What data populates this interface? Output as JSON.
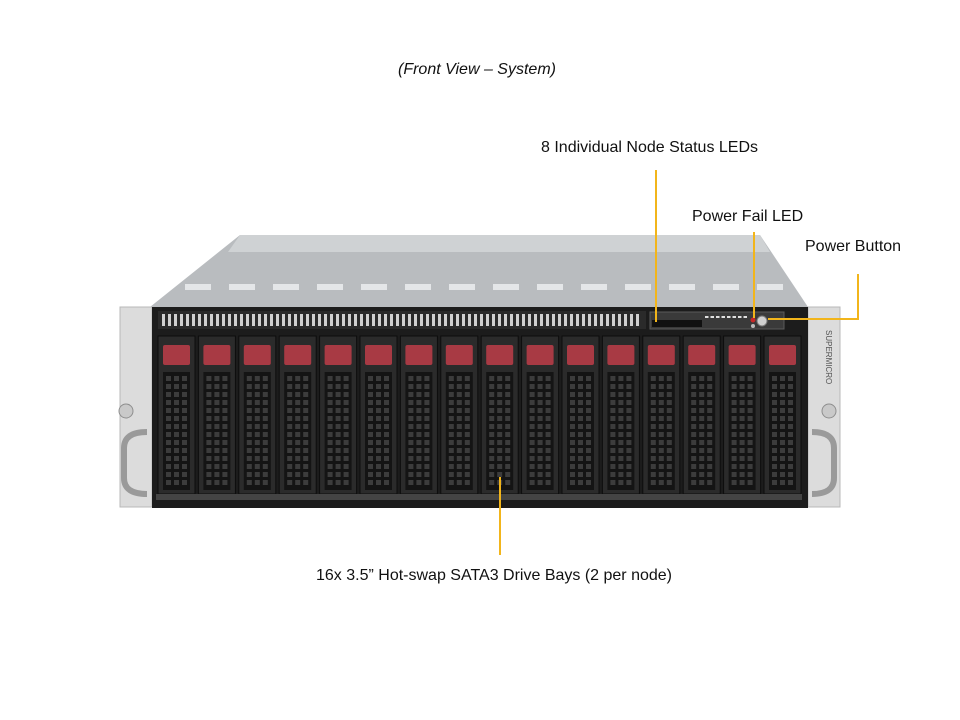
{
  "caption": "(Front View – System)",
  "callouts": {
    "node_leds": "8 Individual  Node Status  LEDs",
    "power_fail": "Power Fail LED",
    "power_button": "Power Button",
    "drive_bays": "16x 3.5” Hot-swap  SATA3 Drive Bays (2 per node)"
  },
  "brand_text": "SUPERMICRO",
  "drive_bay_count": 16,
  "node_status_led_count": 8,
  "colors": {
    "callout_line": "#f2b51b",
    "drive_latch": "#a83a44",
    "chassis_dark": "#1c1c1c",
    "chassis_top": "#b9bcbf",
    "ear": "#dcdcdc"
  }
}
